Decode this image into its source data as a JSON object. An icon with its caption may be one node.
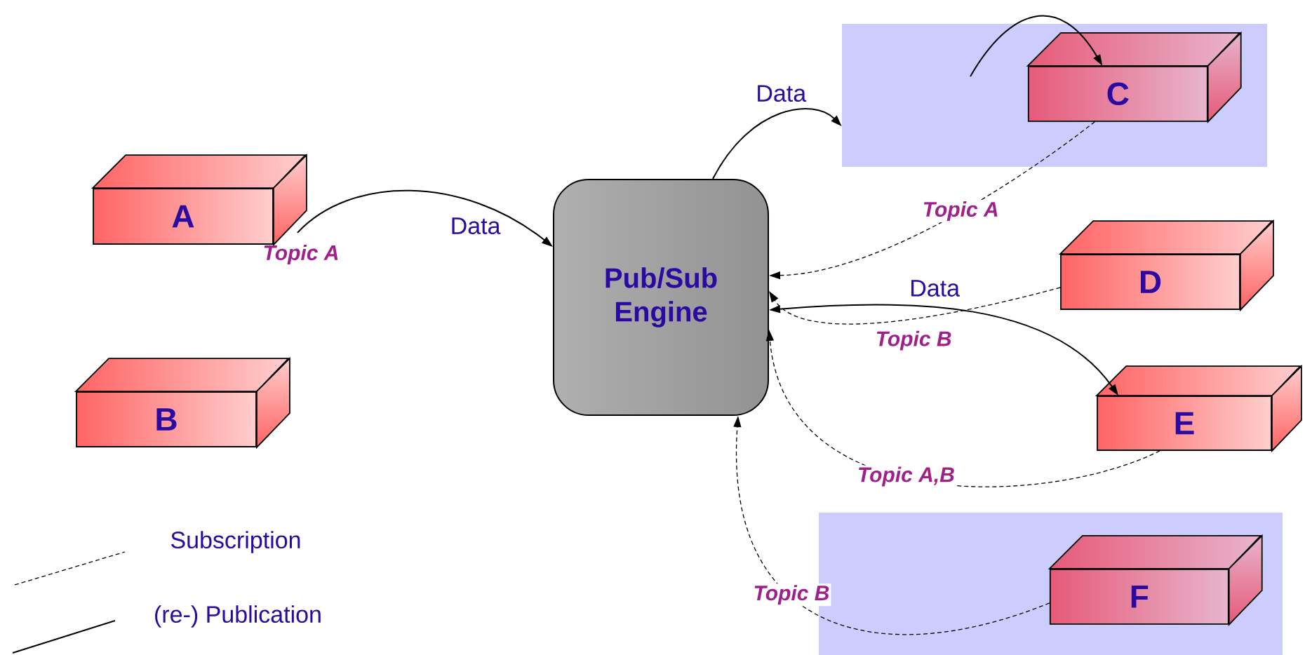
{
  "diagram": {
    "nodes": [
      {
        "text": [
          "A"
        ],
        "beside": [
          "Topic A"
        ]
      },
      {
        "text": [
          "B"
        ]
      },
      {
        "text": [
          "Pub/Sub Engine"
        ]
      },
      {
        "text": [],
        "shape": "box"
      },
      {
        "text": [
          "C"
        ],
        "in": 3
      },
      {
        "text": [
          "D"
        ]
      },
      {
        "text": [
          "E"
        ]
      },
      {
        "text": [],
        "shape": "box"
      },
      {
        "text": [
          "F"
        ],
        "in": 7
      }
    ],
    "edges": [
      {
        "from": 0,
        "to": 2,
        "arrow": "to",
        "label": "Data"
      },
      {
        "from": 2,
        "to": 3,
        "arrow": "to",
        "label": "Data"
      },
      {
        "from": null,
        "to": 4,
        "arrow": "to"
      },
      {
        "from": 4,
        "to": 2,
        "arrow": "to",
        "label": "Topic A",
        "style": "dashed"
      },
      {
        "from": 5,
        "to": 2,
        "arrow": "to",
        "label": "Topic B",
        "style": "dashed"
      },
      {
        "from": 2,
        "to": 6,
        "arrow": "both",
        "label": "Data"
      },
      {
        "from": 6,
        "to": 2,
        "arrow": "to",
        "label": "Topic A,B",
        "style": "dashed"
      },
      {
        "from": 8,
        "to": 2,
        "arrow": "to",
        "label": "Topic B",
        "style": "dashed"
      }
    ],
    "legend": [
      {
        "text": "Subscription"
      },
      {
        "text": "(re-) Publication"
      }
    ]
  }
}
